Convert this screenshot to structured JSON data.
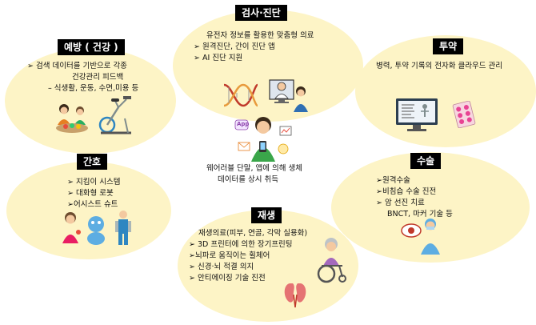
{
  "title": "검사·진단",
  "center": {
    "lines": [
      "웨어러블 단말, 앱에 의해 생체",
      "데이터를 상시 취득"
    ],
    "app_icon_text": "App"
  },
  "nodes": {
    "prevention": {
      "label": "예방 ( 건강 )",
      "lines": [
        "➢ 검색 데이터를 기반으로 각종",
        "건강관리 피드백",
        "– 식생활, 운동, 수면,미용 등"
      ]
    },
    "diagnosis": {
      "lines": [
        "유전자 정보를 활용한 맞춤형 의료",
        "➢ 원격진단, 간이 진단 앱",
        "➢ AI 진단 지원"
      ]
    },
    "medication": {
      "label": "투약",
      "lines": [
        "병력, 투약 기록의 전자화 클라우드 관리"
      ]
    },
    "nursing": {
      "label": "간호",
      "lines": [
        "➢ 지킴이 시스템",
        "➢ 대화형 로봇",
        "➢어시스트 슈트"
      ]
    },
    "surgery": {
      "label": "수술",
      "lines": [
        "➢원격수술",
        "➢비침습 수술 진전",
        "➢ 암 선진 치료",
        "BNCT, 마커 기술 등"
      ]
    },
    "regeneration": {
      "label": "재생",
      "lines": [
        "재생의료(피부, 연골, 각막 실용화)",
        "➢ 3D 프린터에 의한 장기프린팅",
        "➢뇌파로 움직이는 휠체어",
        "➢ 신경·뇌 적결 의지",
        "➢ 안티에이징 기술 진전"
      ]
    }
  }
}
